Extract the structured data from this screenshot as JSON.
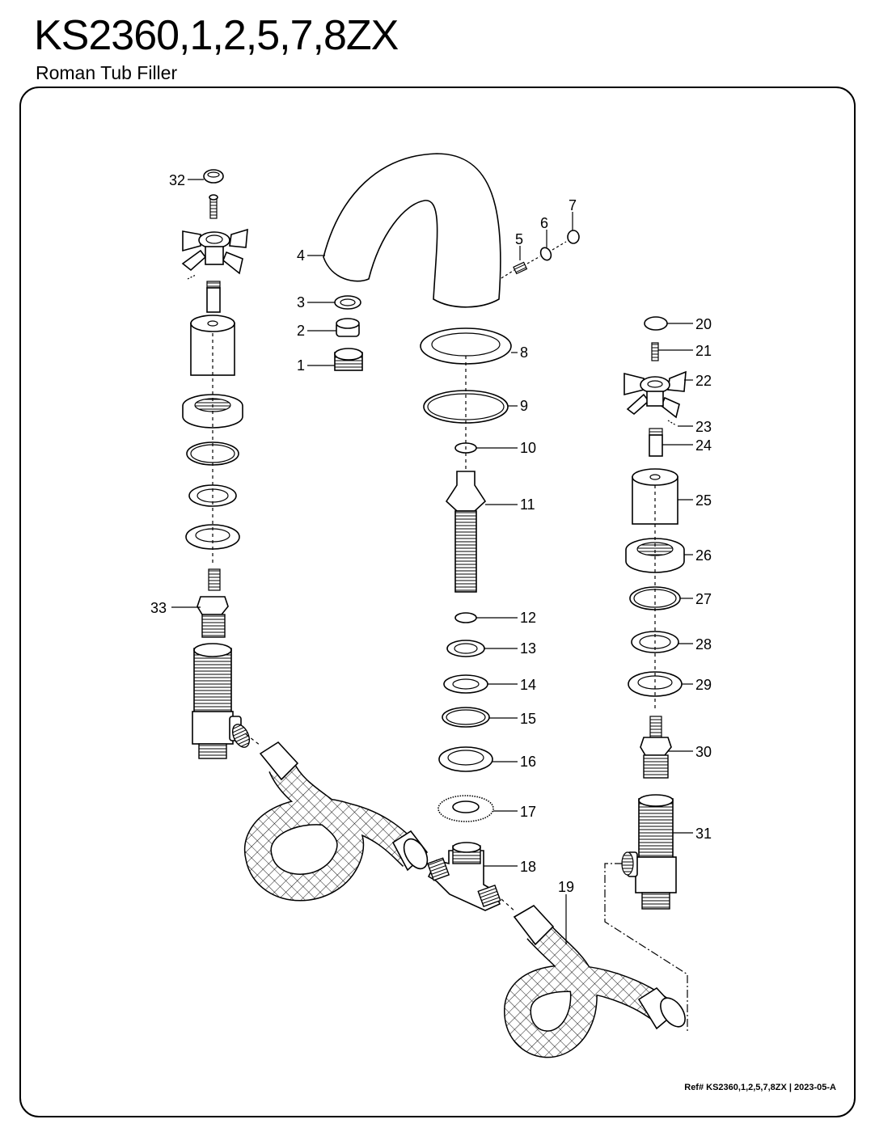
{
  "header": {
    "title": "KS2360,1,2,5,7,8ZX",
    "subtitle": "Roman Tub Filler"
  },
  "footer": {
    "reference": "Ref# KS2360,1,2,5,7,8ZX | 2023-05-A"
  },
  "callouts": [
    "1",
    "2",
    "3",
    "4",
    "5",
    "6",
    "7",
    "8",
    "9",
    "10",
    "11",
    "12",
    "13",
    "14",
    "15",
    "16",
    "17",
    "18",
    "19",
    "20",
    "21",
    "22",
    "23",
    "24",
    "25",
    "26",
    "27",
    "28",
    "29",
    "30",
    "31",
    "32",
    "33"
  ]
}
